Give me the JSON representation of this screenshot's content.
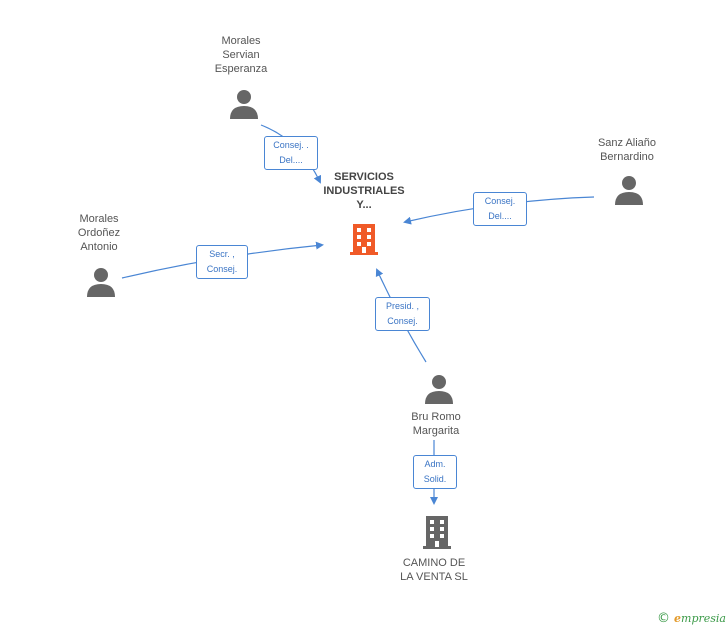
{
  "nodes": {
    "main_company": {
      "name_lines": [
        "SERVICIOS",
        "INDUSTRIALES",
        "Y..."
      ],
      "icon": "building-icon",
      "icon_color": "#f05a28"
    },
    "camino": {
      "name_lines": [
        "CAMINO DE",
        "LA VENTA SL"
      ],
      "icon": "building-icon",
      "icon_color": "#666666"
    },
    "morales_servian": {
      "name_lines": [
        "Morales",
        "Servian",
        "Esperanza"
      ],
      "icon": "person-icon"
    },
    "sanz_aliano": {
      "name_lines": [
        "Sanz Aliaño",
        "Bernardino"
      ],
      "icon": "person-icon"
    },
    "morales_ordonez": {
      "name_lines": [
        "Morales",
        "Ordoñez",
        "Antonio"
      ],
      "icon": "person-icon"
    },
    "bru_romo": {
      "name_lines": [
        "Bru Romo",
        "Margarita"
      ],
      "icon": "person-icon"
    }
  },
  "edges": {
    "servian_to_main": {
      "lines": [
        "Consej. .",
        "Del...."
      ]
    },
    "sanz_to_main": {
      "lines": [
        "Consej.",
        "Del...."
      ]
    },
    "ordonez_to_main": {
      "lines": [
        "Secr. ,",
        "Consej."
      ]
    },
    "bru_to_main": {
      "lines": [
        "Presid. ,",
        "Consej."
      ]
    },
    "bru_to_camino": {
      "lines": [
        "Adm.",
        "Solid."
      ]
    }
  },
  "colors": {
    "edge": "#4a86d4",
    "person": "#666666"
  },
  "footer": {
    "copyright": "©",
    "brand_initial": "e",
    "brand_rest": "mpresia"
  }
}
